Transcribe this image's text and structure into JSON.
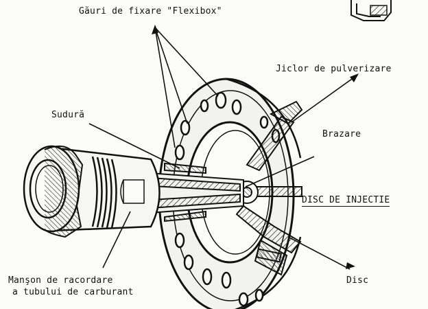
{
  "labels": {
    "mounting_holes": "Găuri de fixare \"Flexibox\"",
    "spray_nozzle": "Jiclor de pulverizare",
    "weld": "Sudură",
    "brazing": "Brazare",
    "title": "DISC DE INJECTIE",
    "fuel_tube_sleeve_line1": "Manşon de racordare",
    "fuel_tube_sleeve_line2": "a tubului de carburant",
    "disc": "Disc"
  }
}
